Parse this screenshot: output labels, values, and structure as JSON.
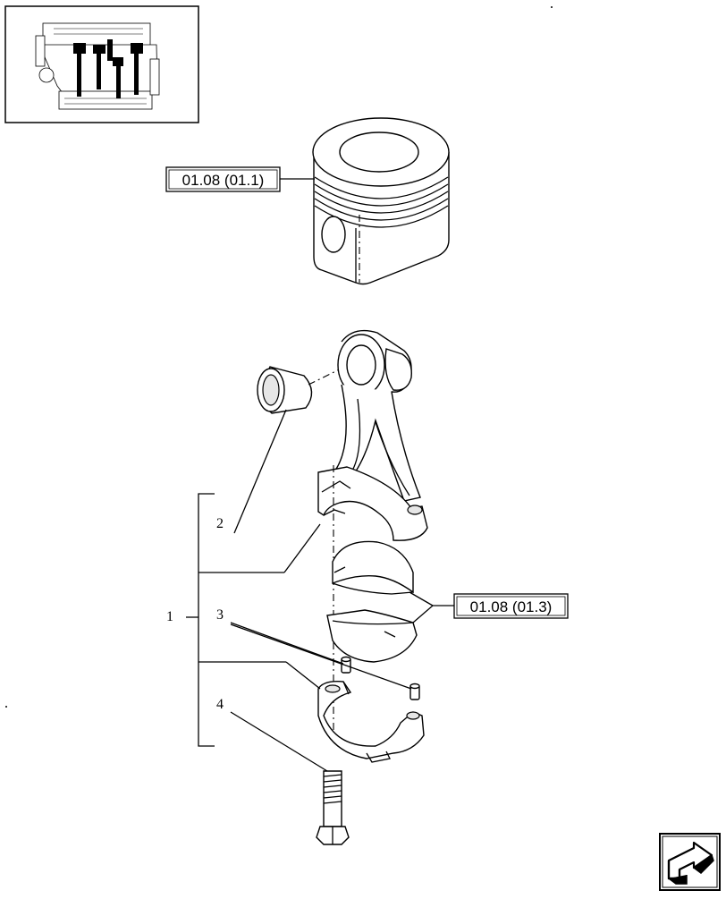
{
  "references": {
    "piston": "01.08 (01.1)",
    "bearing_shells": "01.08 (01.3)"
  },
  "callouts": {
    "assembly": "1",
    "rod": "2",
    "pins": "3",
    "bolt": "4"
  },
  "icons": {
    "thumbnail": "engine-thumbnail-icon",
    "next": "next-page-arrow-icon"
  }
}
